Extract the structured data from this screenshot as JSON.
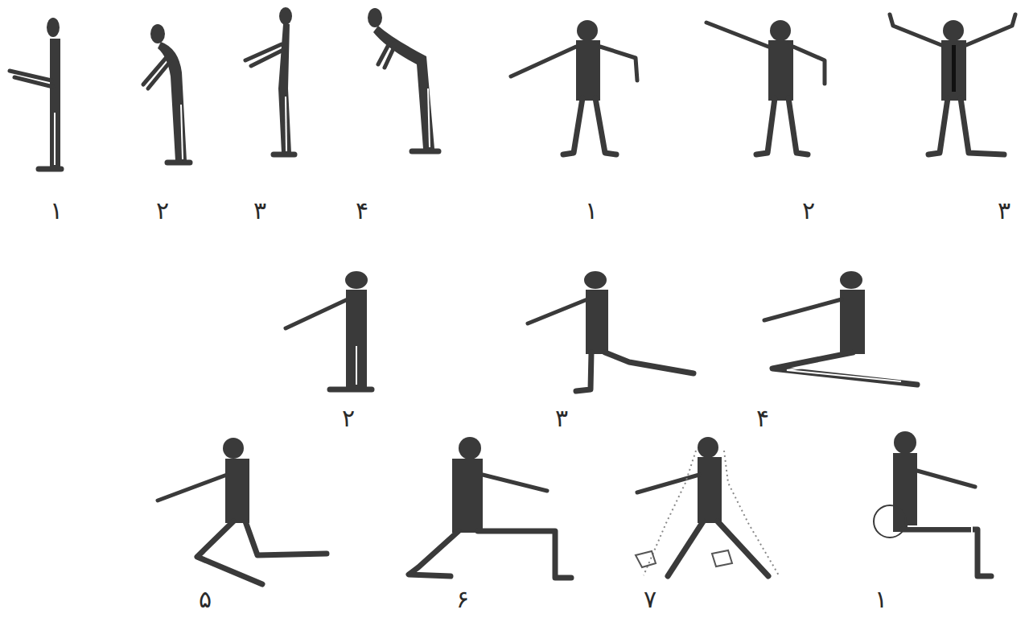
{
  "diagram": {
    "labels": [
      "۱",
      "۲",
      "۳",
      "۴",
      "۱",
      "۲",
      "۳",
      "۲",
      "۳",
      "۴",
      "۵",
      "۶",
      "۷",
      "۱"
    ]
  }
}
